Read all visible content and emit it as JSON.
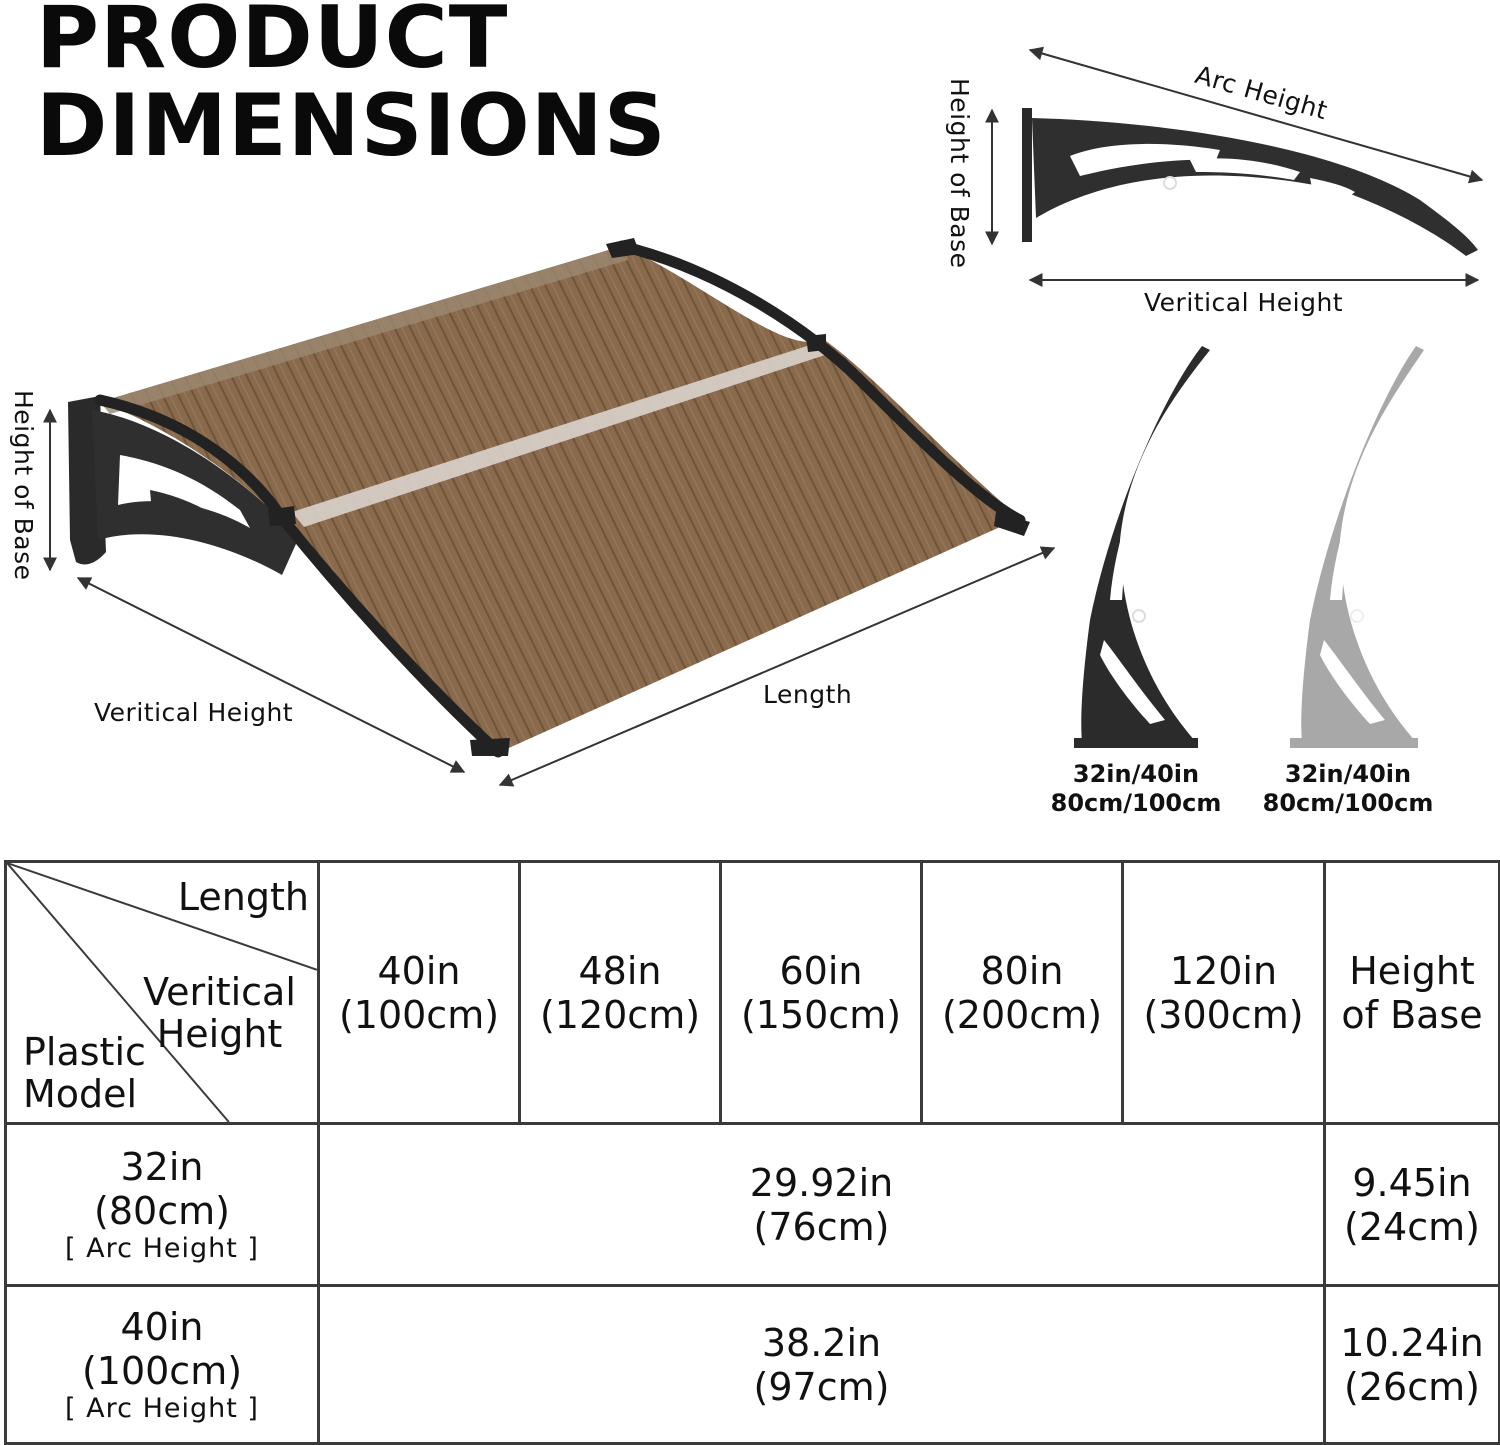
{
  "title": {
    "line1": "PRODUCT",
    "line2": "DIMENSIONS"
  },
  "main_view": {
    "height_of_base": "Height of Base",
    "vertical_height": "Veritical Height",
    "length": "Length",
    "panel_color": "#8a6a4c"
  },
  "side_view": {
    "arc_height": "Arc Height",
    "height_of_base": "Height of Base",
    "vertical_height": "Veritical Height"
  },
  "brackets": [
    {
      "color_name": "black",
      "color": "#2b2b2b",
      "size_in": "32in/40in",
      "size_cm": "80cm/100cm"
    },
    {
      "color_name": "grey",
      "color": "#a8a8a8",
      "size_in": "32in/40in",
      "size_cm": "80cm/100cm"
    }
  ],
  "table": {
    "corner": {
      "length": "Length",
      "vertical_height_line1": "Veritical",
      "vertical_height_line2": "Height",
      "model_line1": "Plastic",
      "model_line2": "Model"
    },
    "columns": [
      {
        "line1": "40in",
        "line2": "(100cm)"
      },
      {
        "line1": "48in",
        "line2": "(120cm)"
      },
      {
        "line1": "60in",
        "line2": "(150cm)"
      },
      {
        "line1": "80in",
        "line2": "(200cm)"
      },
      {
        "line1": "120in",
        "line2": "(300cm)"
      },
      {
        "line1": "Height",
        "line2": "of Base"
      }
    ],
    "rows": [
      {
        "model_line1": "32in",
        "model_line2": "(80cm)",
        "model_note": "[ Arc Height ]",
        "vertical_line1": "29.92in",
        "vertical_line2": "(76cm)",
        "base_line1": "9.45in",
        "base_line2": "(24cm)"
      },
      {
        "model_line1": "40in",
        "model_line2": "(100cm)",
        "model_note": "[ Arc Height ]",
        "vertical_line1": "38.2in",
        "vertical_line2": "(97cm)",
        "base_line1": "10.24in",
        "base_line2": "(26cm)"
      }
    ]
  }
}
